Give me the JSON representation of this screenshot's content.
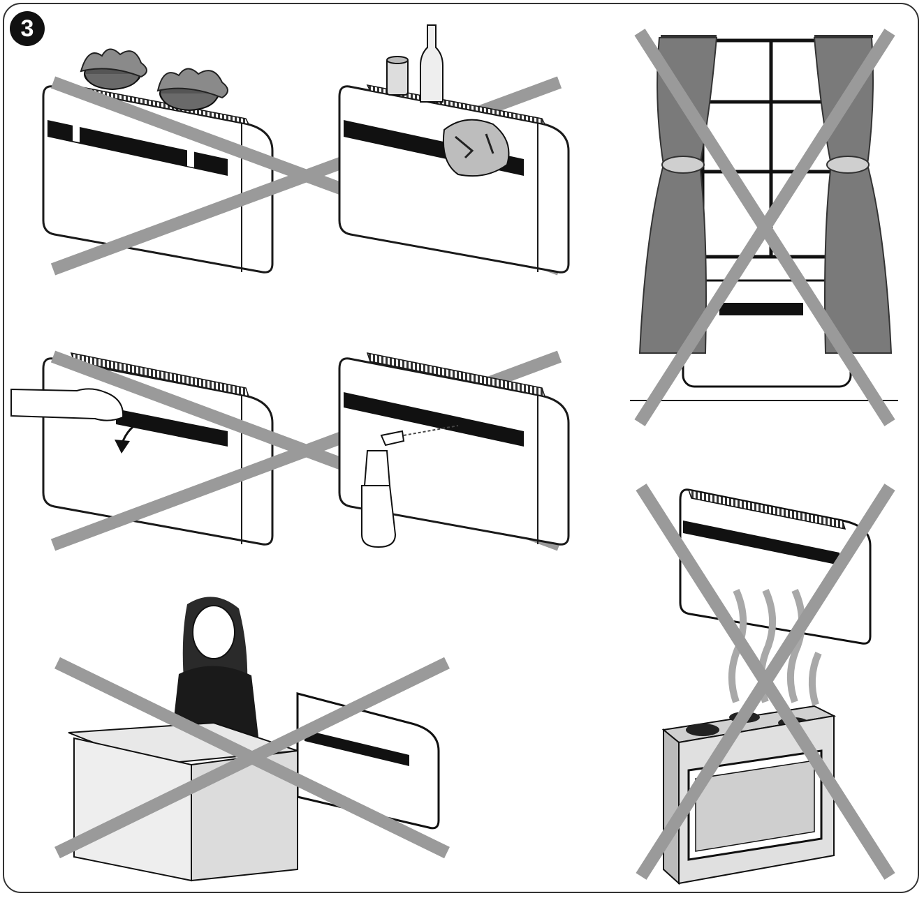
{
  "figure": {
    "number": "3",
    "colors": {
      "cross": "#9a9a9a",
      "outline": "#1a1a1a",
      "unit_fill": "#ffffff",
      "vent_dark": "#111111",
      "curtain": "#7a7a7a",
      "steam": "#a8a8a8",
      "furniture": "#e8e8e8"
    },
    "panels": [
      {
        "id": "plants-on-top",
        "prohibited": true
      },
      {
        "id": "objects-on-top-cloth-over-vent",
        "prohibited": true
      },
      {
        "id": "curtains-in-front",
        "prohibited": true
      },
      {
        "id": "hand-on-outlet-flap",
        "prohibited": true
      },
      {
        "id": "spraying-water",
        "prohibited": true
      },
      {
        "id": "furniture-obstructing-airflow",
        "prohibited": true
      },
      {
        "id": "above-cooking-stove",
        "prohibited": true
      }
    ]
  }
}
